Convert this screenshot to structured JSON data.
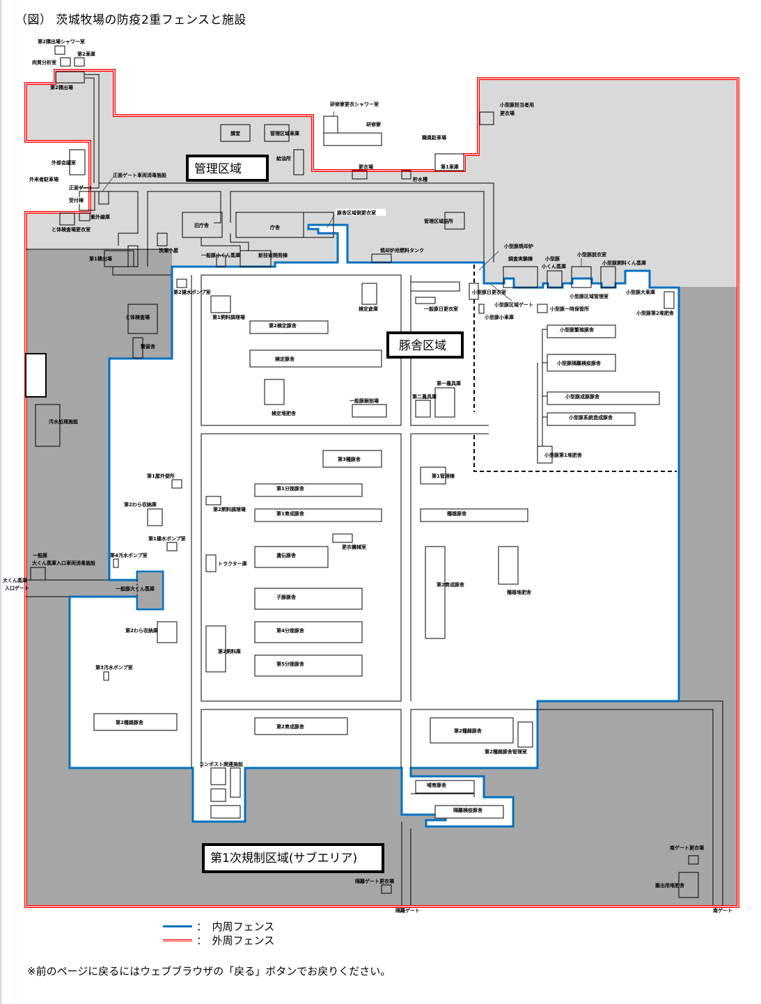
{
  "title": "（図） 茨城牧場の防疫2重フェンスと施設",
  "colors": {
    "inner_fence": "#0070c0",
    "outer_fence": "#ff0000",
    "management_area": "#d9d9d9",
    "outer_area": "#a6a6a6"
  },
  "zones": {
    "management": "管理区域",
    "pig_barns": "豚舎区域",
    "primary_regulated": "第1次規制区域(サブエリア)"
  },
  "labels": [
    "第2積出場シャワー室",
    "第2車庫",
    "肉質分析室",
    "第2積出場",
    "外部会議室",
    "外来者駐車場",
    "正面ゲート",
    "受付棟",
    "正面ゲート車両消毒施設",
    "紫外線庫",
    "と体検査場更衣室",
    "講堂",
    "管理区域車庫",
    "給油所",
    "研修寮更衣シャワー室",
    "研修寮",
    "職員駐車場",
    "更衣場",
    "第1車庫",
    "貯水槽",
    "小型豚担当者用",
    "更衣場",
    "旧庁舎",
    "庁舎",
    "豚舎区域側更衣室",
    "管理区域詰所",
    "焼却炉用燃料タンク",
    "洗濯小屋",
    "一般豚小くん蒸庫",
    "新技術開発棟",
    "第1積出場",
    "小型豚焼却炉",
    "調査実験棟",
    "小型豚",
    "小くん蒸庫",
    "小型豚脱衣室",
    "小型豚飼料くん蒸庫",
    "小型豚日更衣室",
    "小型豚区域管理室",
    "小型豚大車庫",
    "小型豚区域ゲート",
    "小型豚一時保管所",
    "小型豚小車庫",
    "小型豚第2堆肥舎",
    "一般豚日更衣室",
    "第2揚水ポンプ室",
    "第1飼料調理場",
    "検定倉庫",
    "第2検定豚舎",
    "と体検査場",
    "繋留舎",
    "検定豚舎",
    "小型豚繁殖豚舎",
    "小型豚隔離検疫豚舎",
    "第一農具庫",
    "第二農具庫",
    "一般豚解剖場",
    "検定堆肥舎",
    "小型豚成豚豚舎",
    "小型豚系統造成豚舎",
    "汚水処理施設",
    "小型豚第1堆肥舎",
    "第3種豚舎",
    "第1管理棟",
    "第1屋外便所",
    "第1分娩豚舎",
    "第2わら収納庫",
    "第2飼料調理場",
    "第1育成豚舎",
    "種雄豚舎",
    "第1揚水ポンプ室",
    "更衣機械室",
    "第4汚水ポンプ室",
    "一般豚",
    "大くん蒸庫入口車両消毒施設",
    "遺伝豚舎",
    "トラクター庫",
    "大くん蒸庫",
    "入口ゲート",
    "一般豚大くん蒸庫",
    "第2育成豚舎",
    "種雄堆肥舎",
    "子豚豚舎",
    "第2わら収納庫",
    "第4分娩豚舎",
    "第2飼料庫",
    "第5分娩豚舎",
    "第3汚水ポンプ室",
    "第2種雄豚舎",
    "第2育成豚舎",
    "第2種雌豚舎",
    "第2種雌豚舎管理室",
    "コンポスト関連施設",
    "哺育豚舎",
    "隔離検疫豚舎",
    "南ゲート更衣場",
    "搬出用堆肥舎",
    "隔離ゲート更衣場",
    "隔離ゲート",
    "南ゲート"
  ],
  "legend": [
    {
      "label": "：　内周フェンス",
      "icon": "blue-line"
    },
    {
      "label": "：　外周フェンス",
      "icon": "red-double-line"
    }
  ],
  "note": "※前のページに戻るにはウェブブラウザの「戻る」ボタンでお戻りください。"
}
